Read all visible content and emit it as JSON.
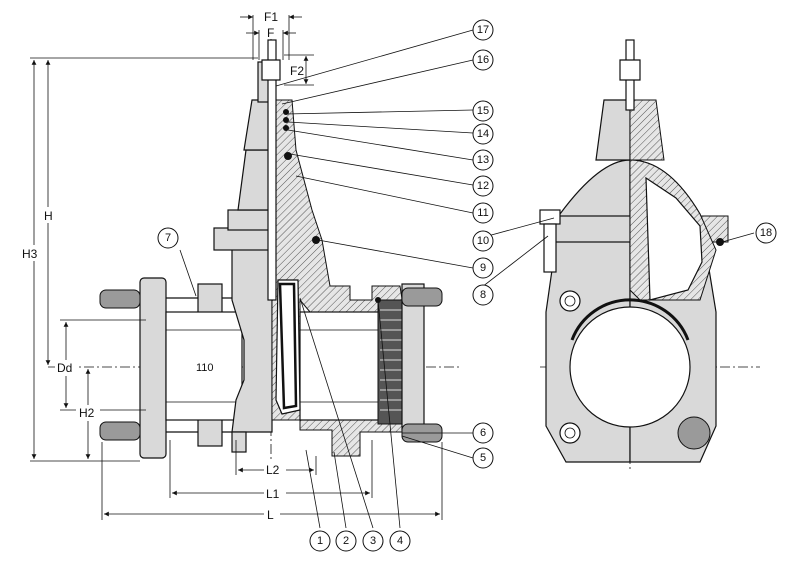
{
  "dimensions": {
    "F1": "F1",
    "F": "F",
    "F2": "F2",
    "H": "H",
    "H3": "H3",
    "Dd": "Dd",
    "H2": "H2",
    "L2": "L2",
    "L1": "L1",
    "L": "L"
  },
  "pipe_marking": "110",
  "callouts": [
    "1",
    "2",
    "3",
    "4",
    "5",
    "6",
    "7",
    "8",
    "9",
    "10",
    "11",
    "12",
    "13",
    "14",
    "15",
    "16",
    "17",
    "18"
  ]
}
